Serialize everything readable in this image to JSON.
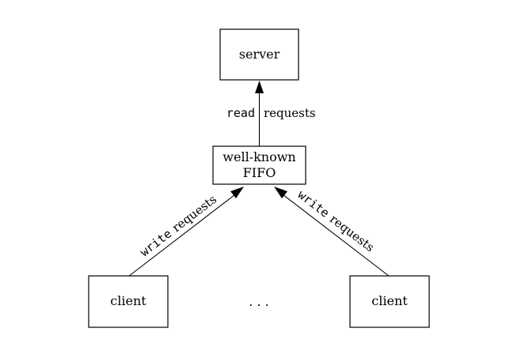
{
  "nodes": {
    "server": "server",
    "fifo_line1": "well-known",
    "fifo_line2": "FIFO",
    "client_left": "client",
    "client_right": "client",
    "ellipsis": ". . ."
  },
  "edges": {
    "fifo_to_server": {
      "code": "read",
      "text": "requests"
    },
    "left_client_to_fifo": {
      "code": "write",
      "text": "requests"
    },
    "right_client_to_fifo": {
      "code": "write",
      "text": "requests"
    }
  }
}
